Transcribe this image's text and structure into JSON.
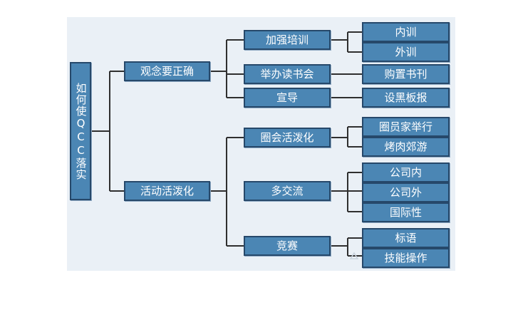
{
  "colors": {
    "box_fill": "#4b86b4",
    "box_border": "#26486a",
    "line": "#2f2f2f",
    "background": "#eaf0f6"
  },
  "root": "如何使QCC落实",
  "level1": [
    {
      "label": "观念要正确",
      "children": [
        {
          "label": "加强培训",
          "leaves": [
            "内训",
            "外训"
          ]
        },
        {
          "label": "举办读书会",
          "leaves": [
            "购置书刊"
          ]
        },
        {
          "label": "宣导",
          "leaves": [
            "设黑板报"
          ]
        }
      ]
    },
    {
      "label": "活动活泼化",
      "children": [
        {
          "label": "圈会活泼化",
          "leaves": [
            "圈员家举行",
            "烤肉郊游"
          ]
        },
        {
          "label": "多交流",
          "leaves": [
            "公司内",
            "公司外",
            "国际性"
          ]
        },
        {
          "label": "竞赛",
          "leaves": [
            "标语",
            "技能操作"
          ]
        }
      ]
    }
  ]
}
